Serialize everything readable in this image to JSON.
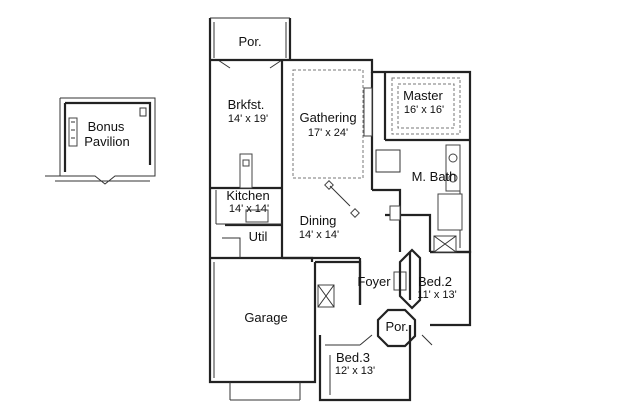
{
  "rooms": {
    "porch_top": {
      "name": "Por."
    },
    "brkfst": {
      "name": "Brkfst.",
      "dims": "14' x 19'"
    },
    "gathering": {
      "name": "Gathering",
      "dims": "17' x 24'"
    },
    "master": {
      "name": "Master",
      "dims": "16' x 16'"
    },
    "bonus": {
      "name": "Bonus",
      "name2": "Pavilion"
    },
    "kitchen": {
      "name": "Kitchen",
      "dims": "14' x 14'"
    },
    "m_bath": {
      "name": "M. Bath"
    },
    "dining": {
      "name": "Dining",
      "dims": "14' x 14'"
    },
    "util": {
      "name": "Util"
    },
    "foyer": {
      "name": "Foyer"
    },
    "bed2": {
      "name": "Bed.2",
      "dims": "11' x 13'"
    },
    "garage": {
      "name": "Garage"
    },
    "porch_front": {
      "name": "Por."
    },
    "bed3": {
      "name": "Bed.3",
      "dims": "12' x 13'"
    }
  }
}
